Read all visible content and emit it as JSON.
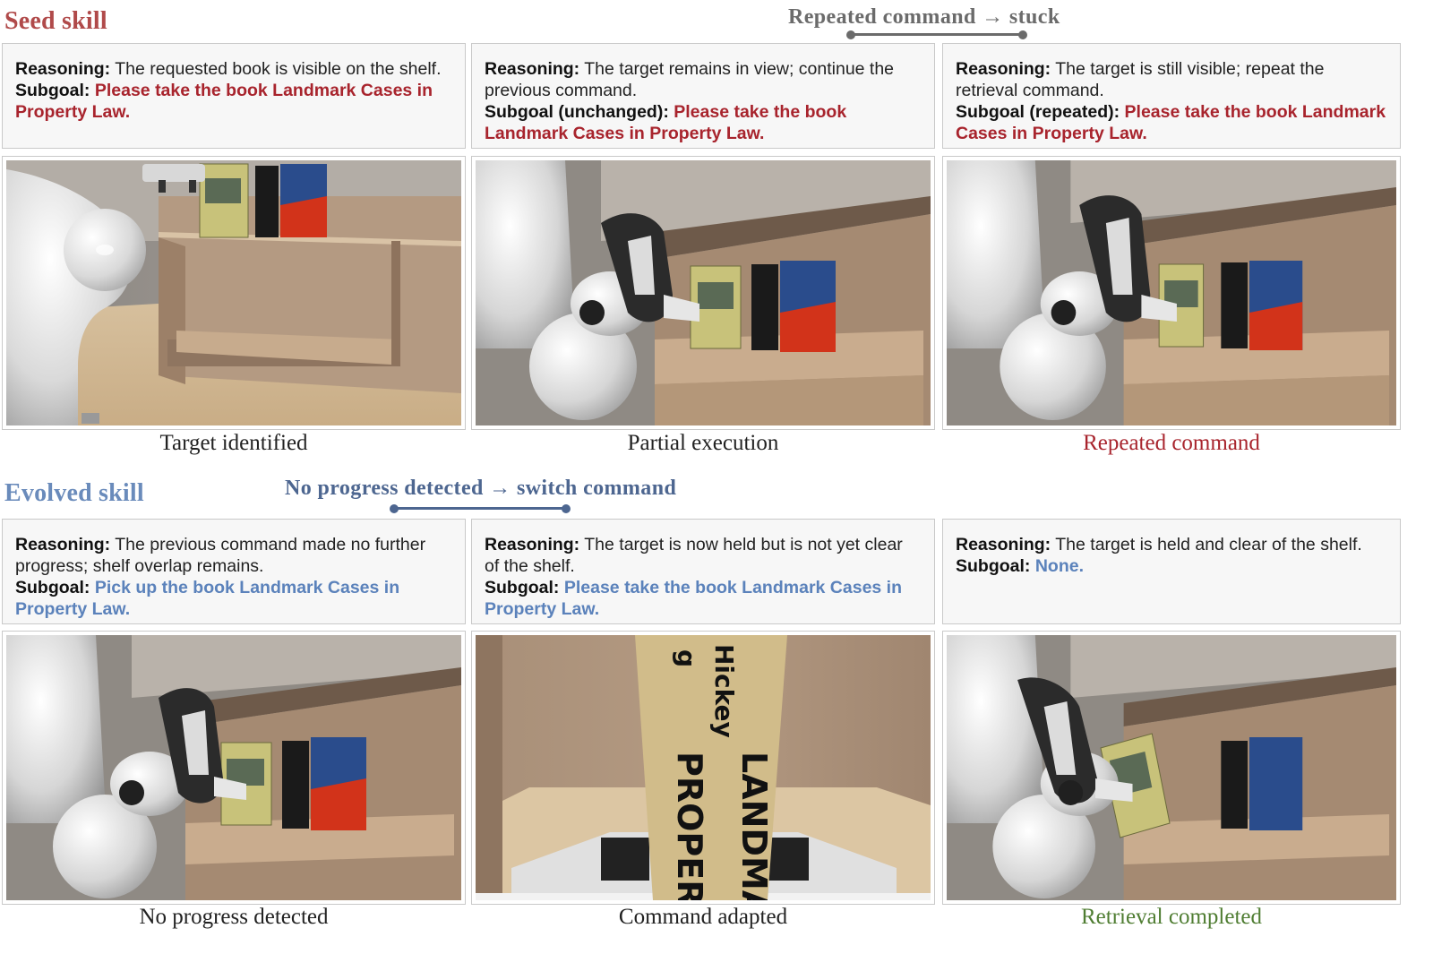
{
  "seed": {
    "title": "Seed skill",
    "annotation": "Repeated command → stuck",
    "panels": [
      {
        "reasoning_label": "Reasoning:",
        "reasoning": "The requested book is visible on the shelf.",
        "subgoal_label": "Subgoal:",
        "subgoal": "Please take the book Landmark Cases in Property Law.",
        "caption": "Target identified"
      },
      {
        "reasoning_label": "Reasoning:",
        "reasoning": "The target remains in view; continue the previous command.",
        "subgoal_label": "Subgoal (unchanged):",
        "subgoal": "Please take the book Landmark Cases in Property Law.",
        "caption": "Partial execution"
      },
      {
        "reasoning_label": "Reasoning:",
        "reasoning": "The target is still visible; repeat the retrieval command.",
        "subgoal_label": "Subgoal (repeated):",
        "subgoal": "Please take the book Landmark Cases in Property Law.",
        "caption": "Repeated command"
      }
    ]
  },
  "evolved": {
    "title": "Evolved skill",
    "annotation": "No progress detected → switch command",
    "panels": [
      {
        "reasoning_label": "Reasoning:",
        "reasoning": "The previous command made no further progress; shelf overlap remains.",
        "subgoal_label": "Subgoal:",
        "subgoal": "Pick up the book Landmark Cases in Property Law.",
        "caption": "No progress detected"
      },
      {
        "reasoning_label": "Reasoning:",
        "reasoning": "The target is now held but is not yet clear of the shelf.",
        "subgoal_label": "Subgoal:",
        "subgoal": "Please take the book Landmark Cases in Property Law.",
        "caption": "Command adapted"
      },
      {
        "reasoning_label": "Reasoning:",
        "reasoning": "The target is held and clear of the shelf.",
        "subgoal_label": "Subgoal:",
        "subgoal": "None.",
        "caption": "Retrieval completed"
      }
    ]
  },
  "book_closeup": {
    "line1": "Hickey",
    "line2": "LANDMA",
    "line3": "PROPERT"
  },
  "colors": {
    "seed_title": "#b04a4a",
    "seed_subgoal": "#a8242d",
    "evolved_title": "#6a8bbb",
    "evolved_subgoal": "#5b82bb",
    "annotation_seed": "#6b6b6b",
    "annotation_evolved": "#4d6690",
    "caption_default": "#222222",
    "caption_repeated": "#a8242d",
    "caption_completed": "#4f7d32"
  }
}
